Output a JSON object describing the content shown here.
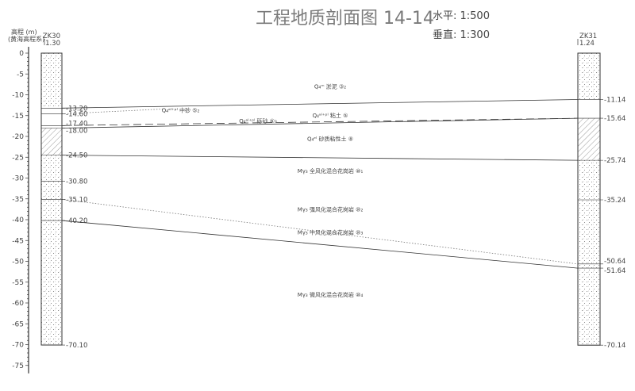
{
  "title": "工程地质剖面图 14-14",
  "scale": {
    "horizontal": "水平: 1:500",
    "vertical": "垂直: 1:300"
  },
  "axis": {
    "label_line1": "高程 (m)",
    "label_line2": "(黄海高程系)",
    "min": -75,
    "max": 0,
    "step": 5,
    "ticks": [
      "0",
      "-5",
      "-10",
      "-15",
      "-20",
      "-25",
      "-30",
      "-35",
      "-40",
      "-45",
      "-50",
      "-55",
      "-60",
      "-65",
      "-70",
      "-75"
    ]
  },
  "boreholes": [
    {
      "id": "ZK30",
      "top_elev": "1.30",
      "bottom_elev": -70.1,
      "depths": [
        {
          "value": -13.2,
          "text": "-13.20"
        },
        {
          "value": -14.6,
          "text": "-14.60"
        },
        {
          "value": -17.4,
          "text": "-17.40"
        },
        {
          "value": -18.0,
          "text": "-18.00"
        },
        {
          "value": -24.5,
          "text": "-24.50"
        },
        {
          "value": -30.8,
          "text": "-30.80"
        },
        {
          "value": -35.1,
          "text": "-35.10"
        },
        {
          "value": -40.2,
          "text": "-40.20"
        },
        {
          "value": -70.1,
          "text": "-70.10"
        }
      ]
    },
    {
      "id": "ZK31",
      "top_elev": "1.24",
      "bottom_elev": -70.14,
      "depths": [
        {
          "value": -11.14,
          "text": "-11.14"
        },
        {
          "value": -15.64,
          "text": "-15.64"
        },
        {
          "value": -25.74,
          "text": "-25.74"
        },
        {
          "value": -35.24,
          "text": "-35.24"
        },
        {
          "value": -50.64,
          "text": "-50.64"
        },
        {
          "value": -51.64,
          "text": "-51.64"
        },
        {
          "value": -70.14,
          "text": "-70.14"
        }
      ]
    }
  ],
  "boundaries": [
    {
      "from": -13.2,
      "to": -11.14,
      "style": "solid"
    },
    {
      "from": -14.6,
      "to": -13.4,
      "style": "dotted",
      "partial": true
    },
    {
      "from": -17.4,
      "to": -15.64,
      "style": "dashed"
    },
    {
      "from": -18.0,
      "to": -15.64,
      "style": "solid"
    },
    {
      "from": -24.5,
      "to": -25.74,
      "style": "solid"
    },
    {
      "from": -35.1,
      "to": -50.64,
      "style": "dotted"
    },
    {
      "from": -40.2,
      "to": -51.64,
      "style": "solid"
    }
  ],
  "strata": [
    {
      "code": "Q₄ᵐ",
      "name": "淤泥",
      "mark": "③₂",
      "elev": -8.5,
      "pos": 0.52
    },
    {
      "code": "Q₄ᵃˡ⁺ᵖˡ",
      "name": "中砂",
      "mark": "⑤₂",
      "elev": -14.2,
      "pos": 0.23
    },
    {
      "code": "Q₄ᵃˡ⁺ᵖˡ",
      "name": "粘土",
      "mark": "⑤",
      "elev": -15.4,
      "pos": 0.52
    },
    {
      "code": "Q₄ᵃˡ⁺ᵖˡ",
      "name": "砾砂",
      "mark": "⑥₃",
      "elev": -16.8,
      "pos": 0.38
    },
    {
      "code": "Q₄ᵉˡ",
      "name": "砂质粘性土",
      "mark": "⑧",
      "elev": -21.0,
      "pos": 0.52
    },
    {
      "code": "Mγ₃",
      "name": "全风化混合花岗岩",
      "mark": "⑩₁",
      "elev": -28.8,
      "pos": 0.52
    },
    {
      "code": "Mγ₃",
      "name": "强风化混合花岗岩",
      "mark": "⑩₂",
      "elev": -38.0,
      "pos": 0.52
    },
    {
      "code": "Mγ₃",
      "name": "中风化混合花岗岩",
      "mark": "⑩₃",
      "elev": -43.5,
      "pos": 0.52
    },
    {
      "code": "Mγ₃",
      "name": "微风化混合花岗岩",
      "mark": "⑩₄",
      "elev": -58.5,
      "pos": 0.52
    }
  ]
}
